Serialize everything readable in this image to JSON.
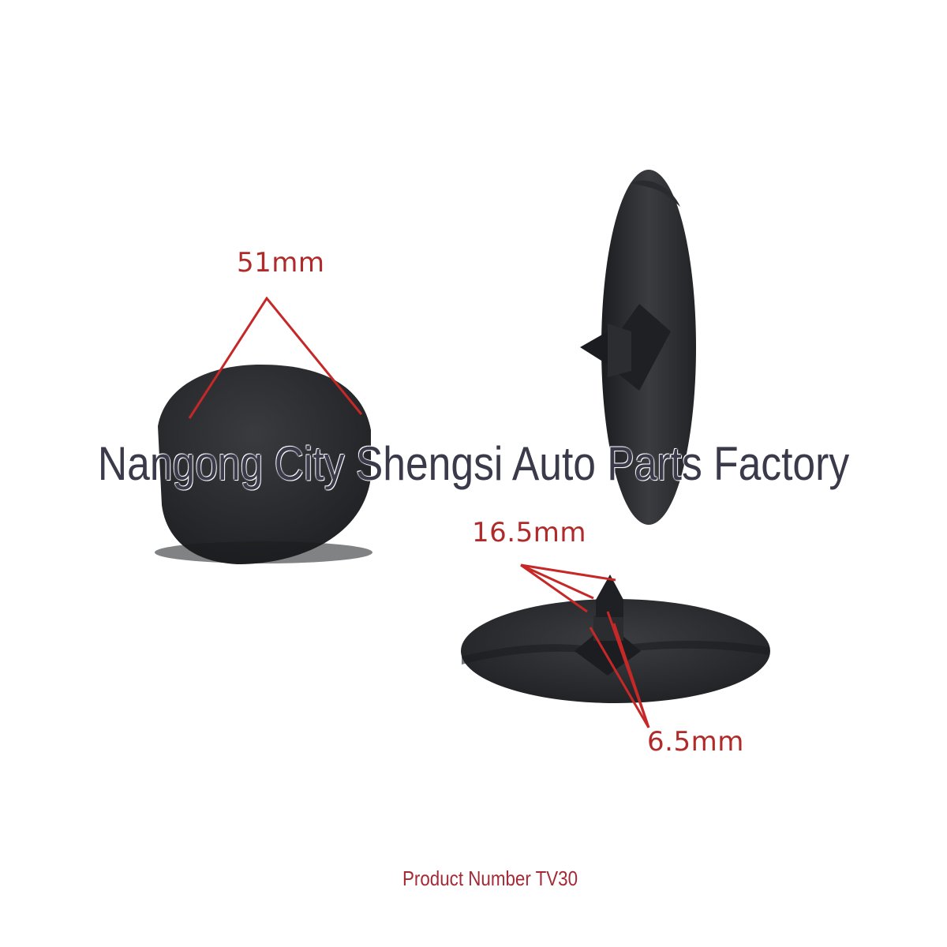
{
  "dimensions": {
    "diameter": "51mm",
    "pin_length": "16.5mm",
    "pin_width": "6.5mm"
  },
  "watermark": "Nangong City Shengsi Auto Parts Factory",
  "product_number": "Product Number TV30",
  "colors": {
    "part": "#2a2b2e",
    "dimension_lines": "#c62828",
    "dimension_text": "#b02a2a",
    "watermark_text": "#3a3a4a",
    "product_number_text": "#a32a36"
  }
}
